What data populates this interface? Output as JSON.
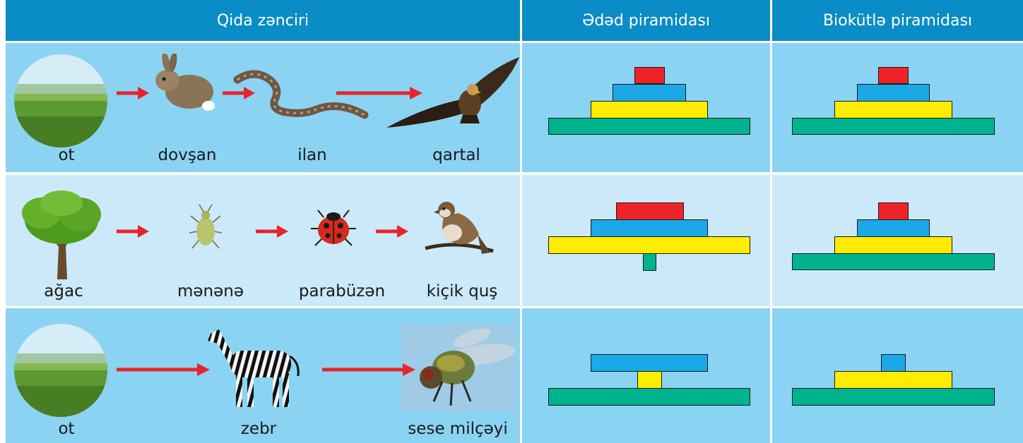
{
  "headers": {
    "food_chain": "Qida zənciri",
    "number_pyramid": "Ədəd piramidası",
    "biomass_pyramid": "Biokütlə piramidası"
  },
  "rows": [
    {
      "organisms": [
        "ot",
        "dovşan",
        "ilan",
        "qartal"
      ]
    },
    {
      "organisms": [
        "ağac",
        "mənənə",
        "parabüzən",
        "kiçik quş"
      ]
    },
    {
      "organisms": [
        "ot",
        "zebr",
        "sese milçəyi"
      ]
    }
  ],
  "colors": {
    "header_bg": "#0a8cc6",
    "row_bg_dark": "#8bd3f3",
    "row_bg_light": "#cbe9f8",
    "arrow": "#e8232a",
    "producer": "#00b38f",
    "primary_consumer": "#ffec00",
    "secondary_consumer": "#1aa9e6",
    "tertiary_consumer": "#ee2328"
  },
  "icons": {
    "row1": [
      "grass-field-image",
      "rabbit-image",
      "snake-image",
      "eagle-image"
    ],
    "row2": [
      "tree-image",
      "aphid-image",
      "ladybug-image",
      "sparrow-image"
    ],
    "row3": [
      "grass-field-image",
      "zebra-image",
      "tsetse-fly-image"
    ]
  }
}
